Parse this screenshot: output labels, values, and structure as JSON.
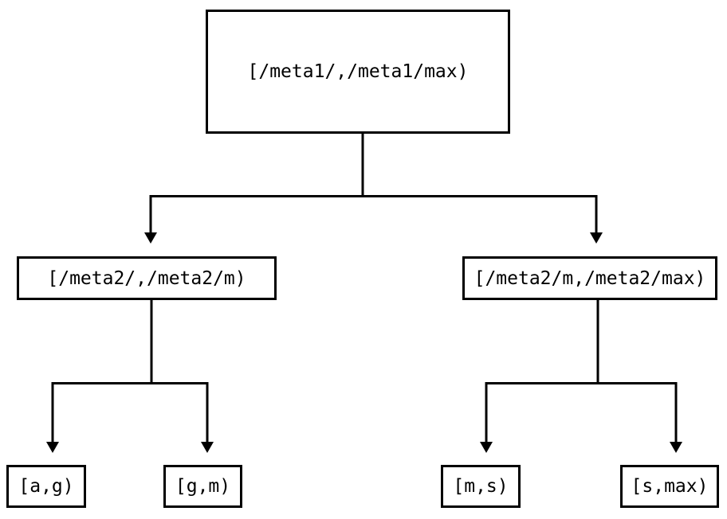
{
  "diagram": {
    "kind": "range-partition-tree",
    "orientation": "top-down",
    "background_color": "#ffffff",
    "line_color": "#000000",
    "node_fill_color": "#ffffff",
    "nodes": {
      "root": {
        "label": "[/meta1/,/meta1/max)"
      },
      "mid_left": {
        "label": "[/meta2/,/meta2/m)"
      },
      "mid_right": {
        "label": "[/meta2/m,/meta2/max)"
      },
      "leaf_1": {
        "label": "[a,g)"
      },
      "leaf_2": {
        "label": "[g,m)"
      },
      "leaf_3": {
        "label": "[m,s)"
      },
      "leaf_4": {
        "label": "[s,max)"
      }
    },
    "edges": [
      {
        "from": "root",
        "to": "mid_left",
        "arrow": "down"
      },
      {
        "from": "root",
        "to": "mid_right",
        "arrow": "down"
      },
      {
        "from": "mid_left",
        "to": "leaf_1",
        "arrow": "down"
      },
      {
        "from": "mid_left",
        "to": "leaf_2",
        "arrow": "down"
      },
      {
        "from": "mid_right",
        "to": "leaf_3",
        "arrow": "down"
      },
      {
        "from": "mid_right",
        "to": "leaf_4",
        "arrow": "down"
      }
    ]
  }
}
